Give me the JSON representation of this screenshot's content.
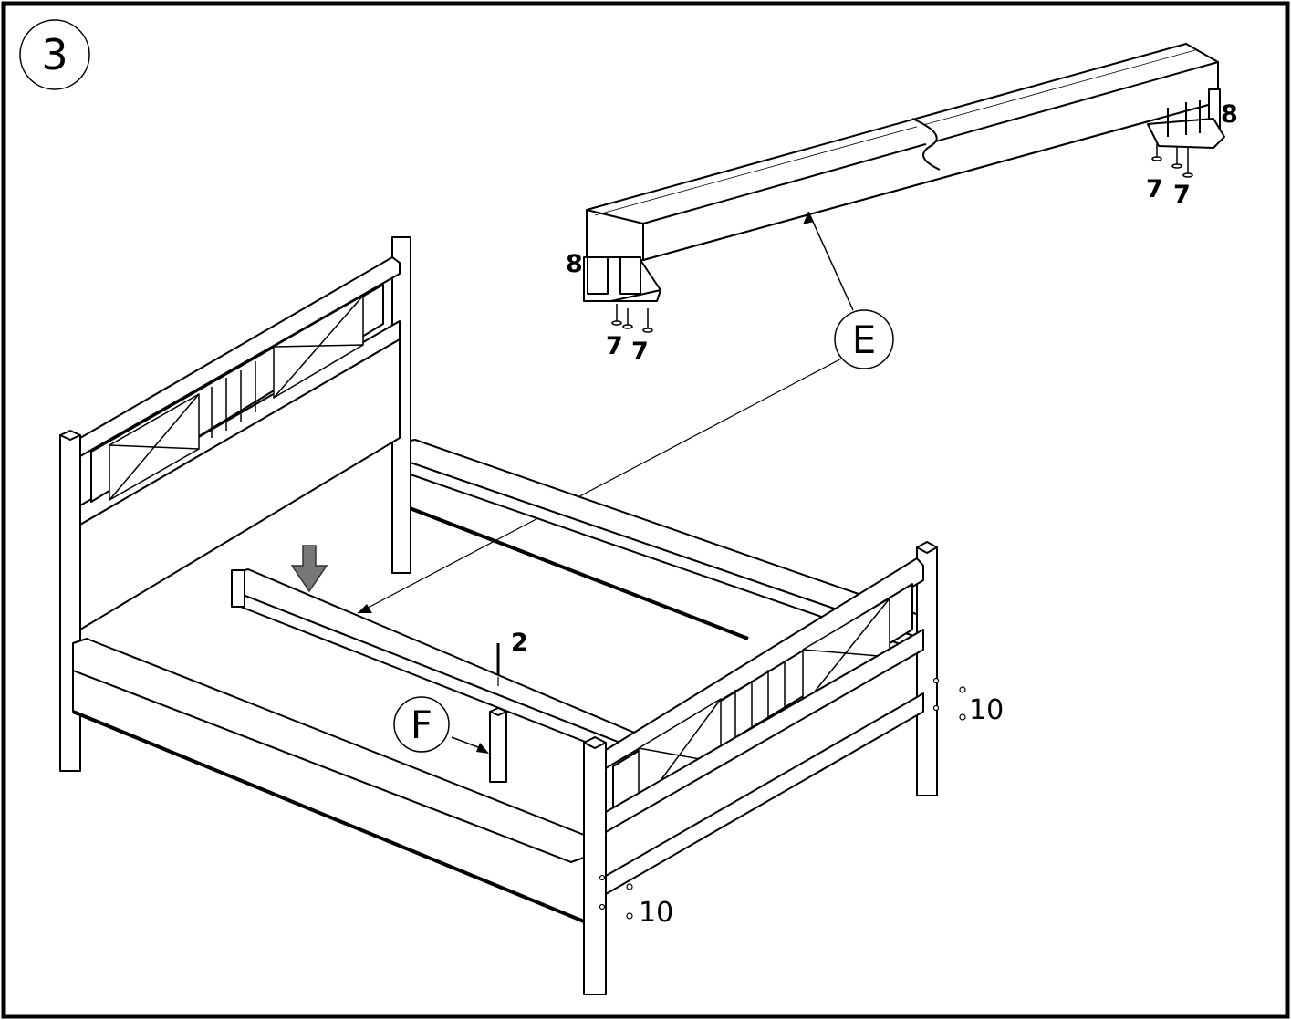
{
  "step": {
    "number": "3"
  },
  "parts": {
    "E": "E",
    "F": "F"
  },
  "hardware": {
    "screw_7": "7",
    "bracket_8": "8",
    "screw_2": "2",
    "bolt_10": "10"
  },
  "colors": {
    "line": "#000000",
    "paper": "#ffffff",
    "arrow": "#555555"
  }
}
